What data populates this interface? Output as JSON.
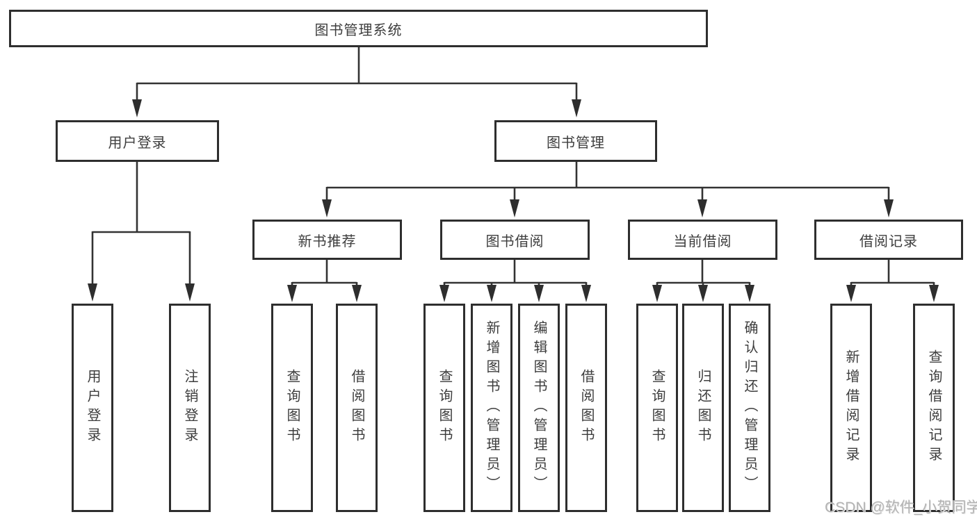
{
  "diagram": {
    "root": {
      "label": "图书管理系统"
    },
    "level2": {
      "user_login": {
        "label": "用户登录"
      },
      "book_mgmt": {
        "label": "图书管理"
      }
    },
    "level3": {
      "new_book": {
        "label": "新书推荐"
      },
      "book_borrow": {
        "label": "图书借阅"
      },
      "current_borrow": {
        "label": "当前借阅"
      },
      "borrow_record": {
        "label": "借阅记录"
      }
    },
    "leaves": {
      "user_login": [
        "用户登录",
        "注销登录"
      ],
      "new_book": [
        "查询图书",
        "借阅图书"
      ],
      "book_borrow": [
        "查询图书",
        "新增图书（管理员）",
        "编辑图书（管理员）",
        "借阅图书"
      ],
      "current_borrow": [
        "查询图书",
        "归还图书",
        "确认归还（管理员）"
      ],
      "borrow_record": [
        "新增借阅记录",
        "查询借阅记录"
      ]
    },
    "watermark": "CSDN @软件_小贺同学",
    "colors": {
      "line": "#333333",
      "box_border": "#2e2e2e",
      "text": "#3d3d3d",
      "watermark": "#b3b3b3",
      "background": "#ffffff"
    }
  }
}
